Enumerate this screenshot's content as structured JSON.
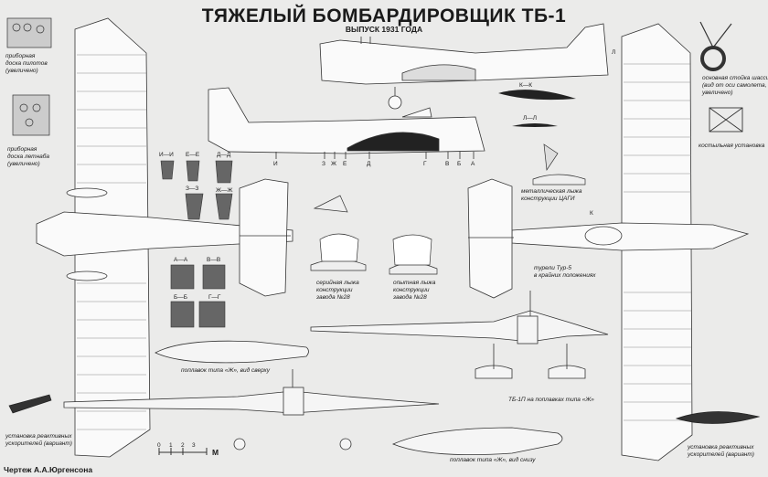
{
  "title": "ТЯЖЕЛЫЙ БОМБАРДИРОВЩИК ТБ-1",
  "subtitle": "ВЫПУСК 1931 ГОДА",
  "credit": "Чертеж А.А.Юргенсона",
  "captions": {
    "pilot_panel": "приборная\nдоска пилотов\n(увеличено)",
    "navigator_panel": "приборная\nдоска летнаба\n(увеличено)",
    "main_gear": "основная стойка шасси\n(вид от оси самолета,\nувеличено)",
    "tail_skid": "костыльная установка",
    "tsagi_ski": "металлическая лыжа\nконструкции ЦАГИ",
    "serial_ski": "серийная лыжа\nконструкции\nзавода №28",
    "prototype_ski": "опытная лыжа\nконструкции\nзавода №28",
    "turret": "турели Тур-5\nв крайних положениях",
    "float_top": "поплавок типа «Ж», вид сверху",
    "float_bottom": "поплавок типа «Ж», вид снизу",
    "floatplane": "ТБ-1П на поплавках типа «Ж»",
    "rocket_left": "установка реактивных\nускорителей (вариант)",
    "rocket_right": "установка реактивных\nускорителей (вариант)"
  },
  "section_labels": {
    "stations": [
      "И",
      "З",
      "Ж",
      "Е",
      "Д",
      "Г",
      "В",
      "Б",
      "А"
    ],
    "k_k": "К—К",
    "l_l": "Л—Л",
    "l_mark": "Л",
    "k_mark": "К",
    "i_i": "И—И",
    "e_e": "Е—Е",
    "d_d": "Д—Д",
    "z_z": "З—З",
    "zh_zh": "Ж—Ж",
    "a_a": "А—А",
    "v_v": "В—В",
    "b_b": "Б—Б",
    "g_g": "Г—Г"
  },
  "scale": {
    "ticks": [
      "0",
      "1",
      "2",
      "3"
    ],
    "unit": "М"
  }
}
